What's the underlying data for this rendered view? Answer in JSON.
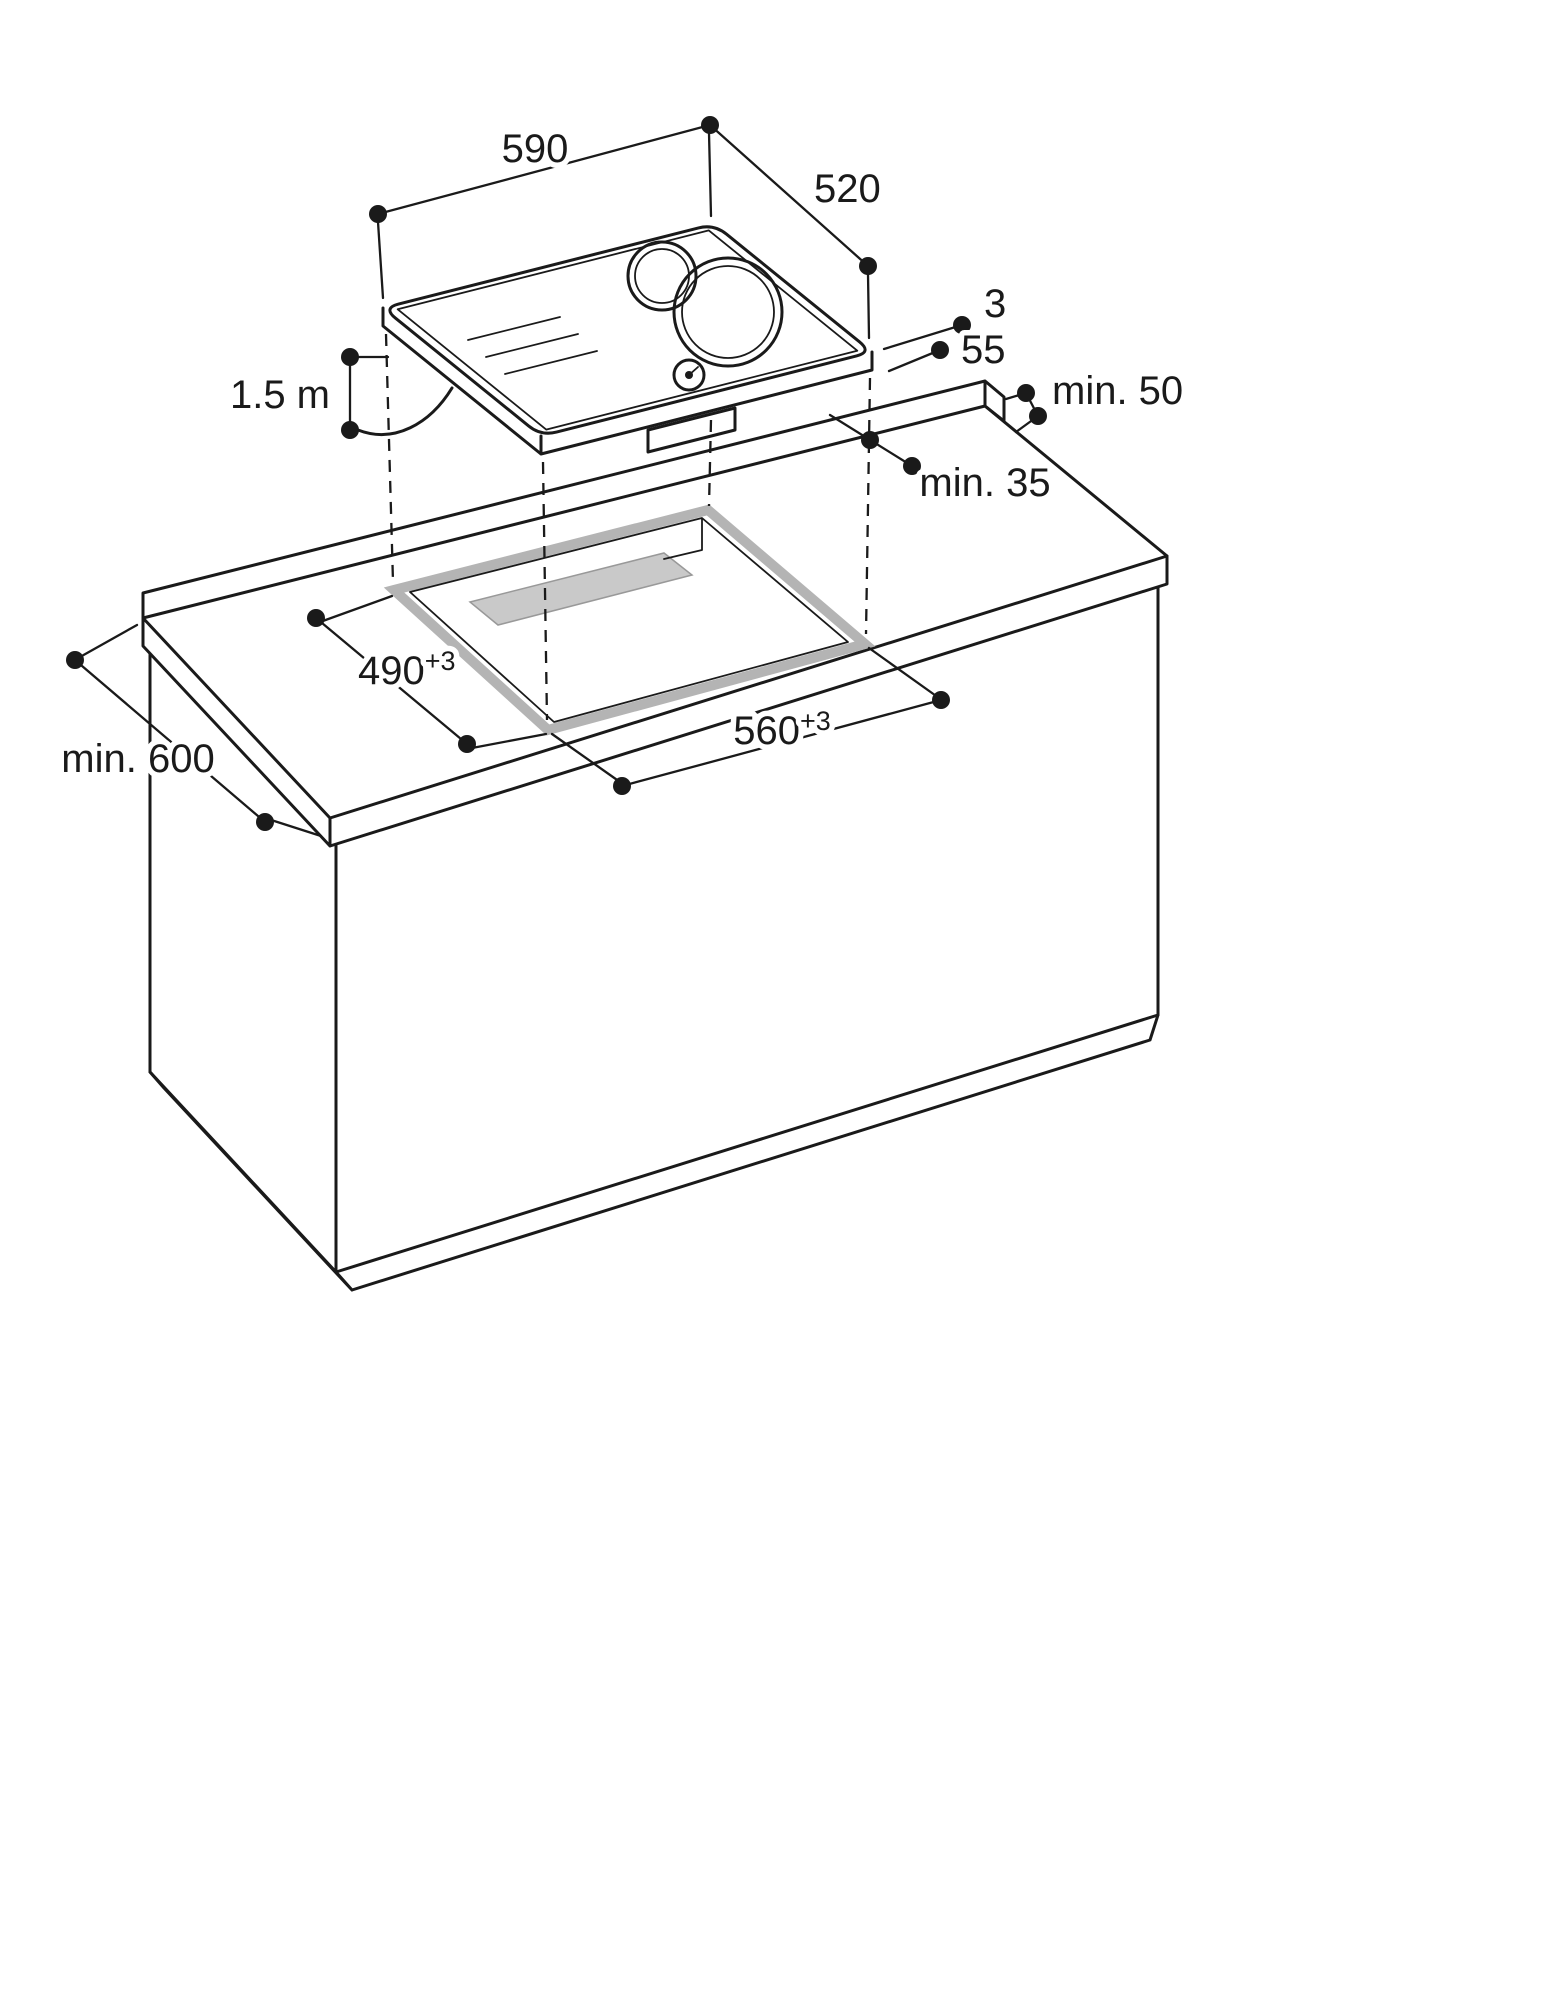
{
  "colors": {
    "ink": "#1a1a1a",
    "background": "#ffffff",
    "cutout_gray": "#b4b4b4",
    "generator_gray": "#c9c9c9",
    "generator_edge": "#999999"
  },
  "diagram": {
    "dimensions": {
      "cooktop_width": "590",
      "cooktop_depth": "520",
      "glass_lip": "3",
      "installation_height": "55",
      "cable_length": "1.5 m",
      "rear_clearance": "min. 50",
      "side_clearance": "min. 35",
      "cutout_depth": "490",
      "cutout_depth_tolerance": "+3",
      "cutout_width": "560",
      "cutout_width_tolerance": "+3",
      "worktop_depth": "min. 600"
    }
  }
}
